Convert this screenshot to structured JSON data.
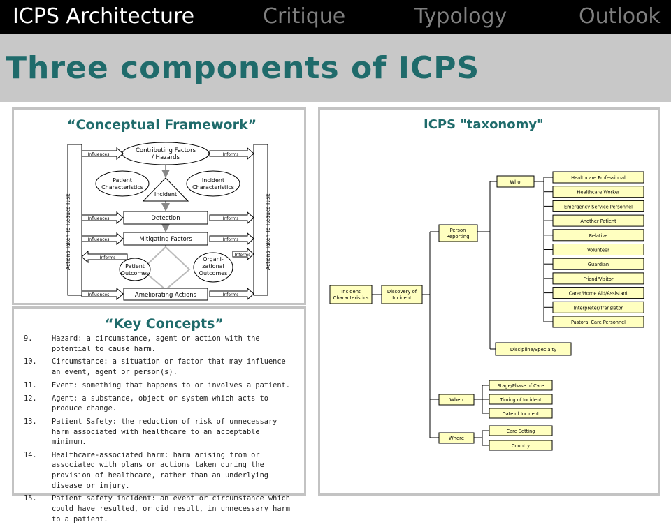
{
  "nav": {
    "items": [
      "ICPS Architecture",
      "Critique",
      "Typology",
      "Outlook"
    ],
    "active_index": 0
  },
  "slide": {
    "title": "Three components of ICPS"
  },
  "framework": {
    "heading": "“Conceptual Framework”",
    "side_label": "Actions Taken To Reduce Risk",
    "nodes": {
      "contributing": [
        "Contributing Factors",
        "/ Hazards"
      ],
      "patient_char": [
        "Patient",
        "Characteristics"
      ],
      "incident_char": [
        "Incident",
        "Characteristics"
      ],
      "incident": "Incident",
      "detection": "Detection",
      "mitigating": "Mitigating Factors",
      "patient_outcomes": [
        "Patient",
        "Outcomes"
      ],
      "org_outcomes": [
        "Organi-",
        "zational",
        "Outcomes"
      ],
      "ameliorating": "Ameliorating Actions"
    },
    "arrow_labels": {
      "influences": "Influences",
      "informs": "Informs"
    }
  },
  "key_concepts": {
    "heading": "“Key Concepts”",
    "items": [
      {
        "num": "9.",
        "text": "Hazard: a circumstance, agent or action with the potential to cause harm."
      },
      {
        "num": "10.",
        "text": "Circumstance: a situation or factor that may influence an event, agent or person(s)."
      },
      {
        "num": "11.",
        "text": "Event: something that happens to or involves a patient."
      },
      {
        "num": "12.",
        "text": "Agent: a substance, object or system which acts to produce change."
      },
      {
        "num": "13.",
        "text": "Patient Safety: the reduction of risk of unnecessary harm associated with healthcare to an acceptable minimum."
      },
      {
        "num": "14.",
        "text": "Healthcare-associated harm: harm arising from or associated with plans or actions taken during the provision of healthcare, rather than an underlying disease or injury."
      },
      {
        "num": "15.",
        "text": "Patient safety incident: an event or circumstance which could have resulted, or did result, in unnecessary harm to a patient."
      }
    ]
  },
  "taxonomy": {
    "heading": "ICPS \"taxonomy\"",
    "root": [
      "Incident",
      "Characteristics"
    ],
    "discovery": [
      "Discovery of",
      "Incident"
    ],
    "person_reporting": [
      "Person",
      "Reporting"
    ],
    "who": "Who",
    "who_items": [
      "Healthcare Professional",
      "Healthcare Worker",
      "Emergency Service Personnel",
      "Another Patient",
      "Relative",
      "Volunteer",
      "Guardian",
      "Friend/Visitor",
      "Carer/Home Aid/Assistant",
      "Interpreter/Translator",
      "Pastoral Care Personnel"
    ],
    "discipline": "Discipline/Specialty",
    "when": "When",
    "when_items": [
      "Stage/Phase of Care",
      "Timing of Incident",
      "Date of Incident"
    ],
    "where": "Where",
    "where_items": [
      "Care Setting",
      "Country"
    ]
  },
  "colors": {
    "accent": "#1f6b6b",
    "taxonomy_box": "#ffffc0",
    "panel_border": "#c3c3c3",
    "title_band": "#c8c8c8",
    "nav_inactive": "#7f7f7f"
  }
}
